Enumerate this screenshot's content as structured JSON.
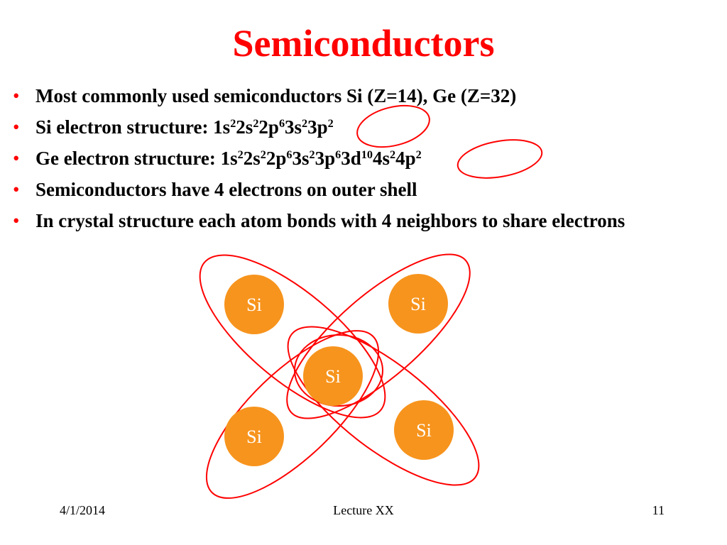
{
  "slide": {
    "title": "Semiconductors",
    "bullet_char": "•",
    "accent_color": "#ff0000",
    "atom_color": "#f7941d"
  },
  "bullets": [
    {
      "text": "Most commonly used semiconductors Si (Z=14), Ge (Z=32)"
    },
    {
      "parts": [
        {
          "t": "Si electron structure: 1s"
        },
        {
          "sup": "2"
        },
        {
          "t": "2s"
        },
        {
          "sup": "2"
        },
        {
          "t": "2p"
        },
        {
          "sup": "6"
        },
        {
          "t": "3s"
        },
        {
          "sup": "2"
        },
        {
          "t": "3p"
        },
        {
          "sup": "2"
        }
      ]
    },
    {
      "parts": [
        {
          "t": "Ge electron structure: 1s"
        },
        {
          "sup": "2"
        },
        {
          "t": "2s"
        },
        {
          "sup": "2"
        },
        {
          "t": "2p"
        },
        {
          "sup": "6"
        },
        {
          "t": "3s"
        },
        {
          "sup": "2"
        },
        {
          "t": "3p"
        },
        {
          "sup": "6"
        },
        {
          "t": "3d"
        },
        {
          "sup": "10"
        },
        {
          "t": "4s"
        },
        {
          "sup": "2"
        },
        {
          "t": "4p"
        },
        {
          "sup": "2"
        }
      ]
    },
    {
      "text": "Semiconductors have 4 electrons on outer shell"
    },
    {
      "text": "In crystal structure each atom bonds with 4 neighbors to share electrons"
    }
  ],
  "diagram": {
    "atoms": [
      {
        "id": "top-left",
        "label": "Si"
      },
      {
        "id": "top-right",
        "label": "Si"
      },
      {
        "id": "center",
        "label": "Si"
      },
      {
        "id": "bottom-left",
        "label": "Si"
      },
      {
        "id": "bottom-right",
        "label": "Si"
      }
    ]
  },
  "footer": {
    "date": "4/1/2014",
    "center": "Lecture XX",
    "page": "11"
  }
}
